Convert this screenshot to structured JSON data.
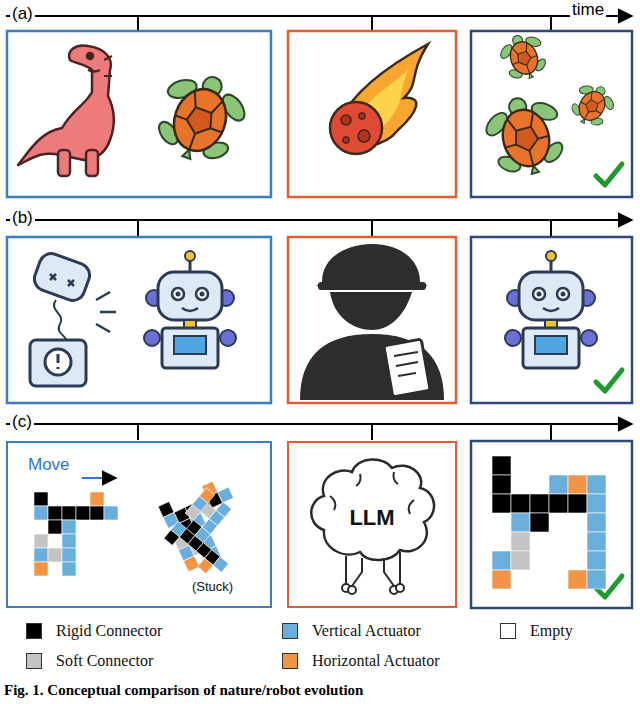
{
  "diagram": {
    "caption": "Fig. 1. Conceptual comparison of nature/robot evolution",
    "nodes": [
      {
        "text": [
          "Move",
          "(Stuck)"
        ]
      },
      {
        "text": [
          "LLM"
        ]
      }
    ],
    "labels": [
      "(a)",
      "(b)",
      "(c)",
      "time"
    ],
    "legend": [
      {
        "text": "Rigid Connector",
        "color": "#000000"
      },
      {
        "text": "Vertical Actuator",
        "color": "#6aaedb"
      },
      {
        "text": "Empty",
        "color": "#ffffff"
      },
      {
        "text": "Soft Connector",
        "color": "#c4c4c4"
      },
      {
        "text": "Horizontal Actuator",
        "color": "#f29446"
      }
    ]
  }
}
